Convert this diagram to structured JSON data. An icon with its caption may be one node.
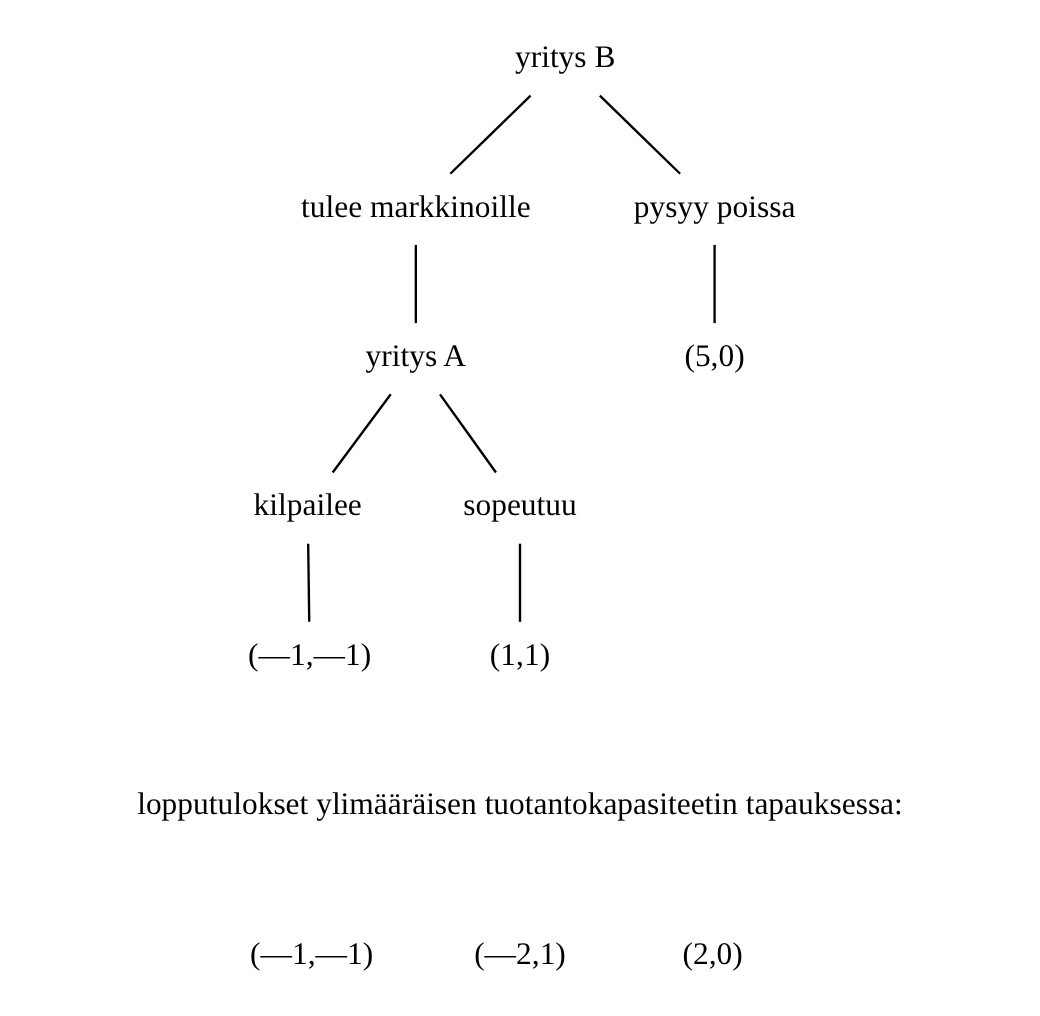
{
  "diagram": {
    "nodes": [
      {
        "text": [
          "yritys B"
        ]
      },
      {
        "text": [
          "tulee markkinoille"
        ]
      },
      {
        "text": [
          "pysyy poissa"
        ]
      },
      {
        "text": [
          "yritys A"
        ]
      },
      {
        "text": [
          "(5,0)"
        ]
      },
      {
        "text": [
          "kilpailee"
        ]
      },
      {
        "text": [
          "sopeutuu"
        ]
      },
      {
        "text": [
          "(—1,—1)"
        ]
      },
      {
        "text": [
          "(1,1)"
        ]
      }
    ],
    "edges": [
      {
        "from": 0,
        "to": 1,
        "arrow": "none"
      },
      {
        "from": 0,
        "to": 2,
        "arrow": "none"
      },
      {
        "from": 1,
        "to": 3,
        "arrow": "none"
      },
      {
        "from": 2,
        "to": 4,
        "arrow": "none"
      },
      {
        "from": 3,
        "to": 5,
        "arrow": "none"
      },
      {
        "from": 3,
        "to": 6,
        "arrow": "none"
      },
      {
        "from": 5,
        "to": 7,
        "arrow": "none"
      },
      {
        "from": 6,
        "to": 8,
        "arrow": "none"
      }
    ],
    "labels": [
      "lopputulokset ylimääräisen tuotantokapasiteetin tapauksessa:",
      "(—1,—1)",
      "(—2,1)",
      "(2,0)"
    ]
  }
}
